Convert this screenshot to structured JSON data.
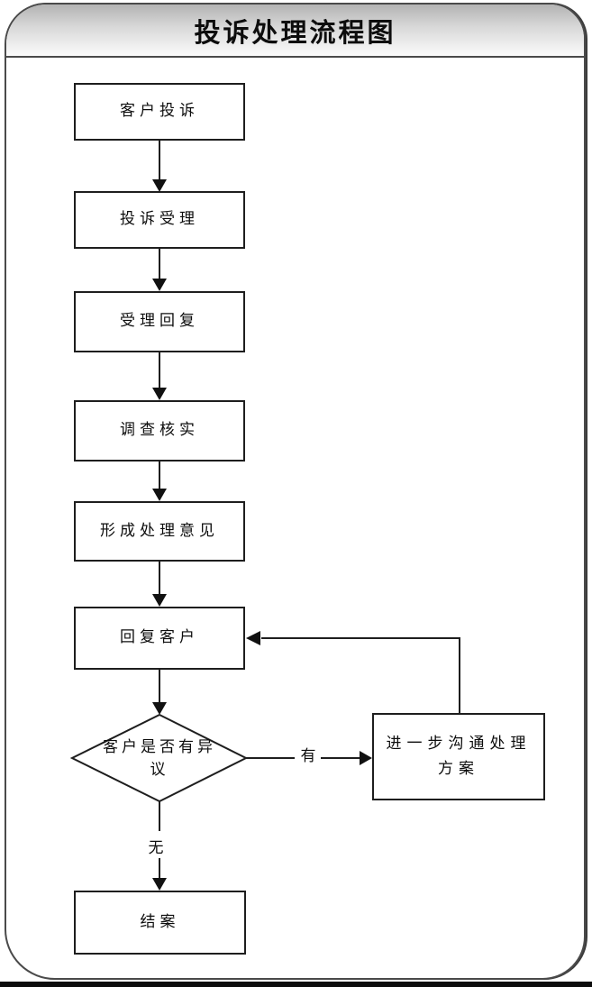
{
  "title": "投诉处理流程图",
  "flow": {
    "nodes": [
      {
        "id": "customer-complaint",
        "type": "process",
        "label": "客户投诉"
      },
      {
        "id": "complaint-acceptance",
        "type": "process",
        "label": "投诉受理"
      },
      {
        "id": "acceptance-reply",
        "type": "process",
        "label": "受理回复"
      },
      {
        "id": "investigate-verify",
        "type": "process",
        "label": "调查核实"
      },
      {
        "id": "form-handling-opinion",
        "type": "process",
        "label": "形成处理意见"
      },
      {
        "id": "reply-customer",
        "type": "process",
        "label": "回复客户"
      },
      {
        "id": "customer-objection",
        "type": "decision",
        "label": "客户是否有异议"
      },
      {
        "id": "further-communication",
        "type": "process",
        "label": "进一步沟通处理方案"
      },
      {
        "id": "close-case",
        "type": "process",
        "label": "结案"
      }
    ],
    "edges": [
      {
        "from": "客户投诉",
        "to": "投诉受理"
      },
      {
        "from": "投诉受理",
        "to": "受理回复"
      },
      {
        "from": "受理回复",
        "to": "调查核实"
      },
      {
        "from": "调查核实",
        "to": "形成处理意见"
      },
      {
        "from": "形成处理意见",
        "to": "回复客户"
      },
      {
        "from": "回复客户",
        "to": "客户是否有异议"
      },
      {
        "from": "客户是否有异议",
        "to": "进一步沟通处理方案",
        "label": "有"
      },
      {
        "from": "客户是否有异议",
        "to": "结案",
        "label": "无"
      },
      {
        "from": "进一步沟通处理方案",
        "to": "回复客户"
      }
    ]
  },
  "colors": {
    "line": "#1e1e1e",
    "node_fill": "#ffffff",
    "band_gradient_top": "#b3b3b3",
    "band_gradient_bottom": "#fbfbfb",
    "frame_border": "#4a4a4a",
    "bottom_bar": "#0c0c0c"
  }
}
